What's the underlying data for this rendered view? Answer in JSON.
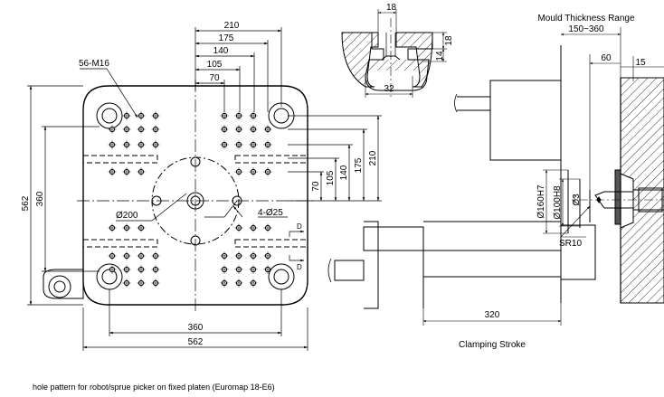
{
  "front_view": {
    "dims_top": [
      "210",
      "175",
      "140",
      "105",
      "70"
    ],
    "dims_right": [
      "70",
      "105",
      "140",
      "175",
      "210"
    ],
    "dim_width_inner": "360",
    "dim_width_outer": "562",
    "dim_height_outer": "562",
    "dim_height_inner": "360",
    "tapped_holes_label": "56-M16",
    "center_circle_label": "Ø200",
    "hole_circle_label": "4-Ø25",
    "section_mark_upper": "D",
    "section_mark_lower": "D"
  },
  "nozzle_detail": {
    "dim_top": "18",
    "dim_right_upper": "18",
    "dim_right_lower": "14",
    "dim_bottom": "32"
  },
  "side_view": {
    "title": "Mould Thickness Range",
    "range": "150~360",
    "dim_60": "60",
    "dim_15": "15",
    "locating_ring": "Ø160H7",
    "sprue_bush": "Ø100H8",
    "sprue_hole": "Ø3",
    "sphere_radius": "SR10",
    "stroke_value": "320",
    "stroke_label": "Clamping Stroke"
  },
  "caption": "hole pattern for robot/sprue picker on fixed platen (Euromap 18-E6)"
}
